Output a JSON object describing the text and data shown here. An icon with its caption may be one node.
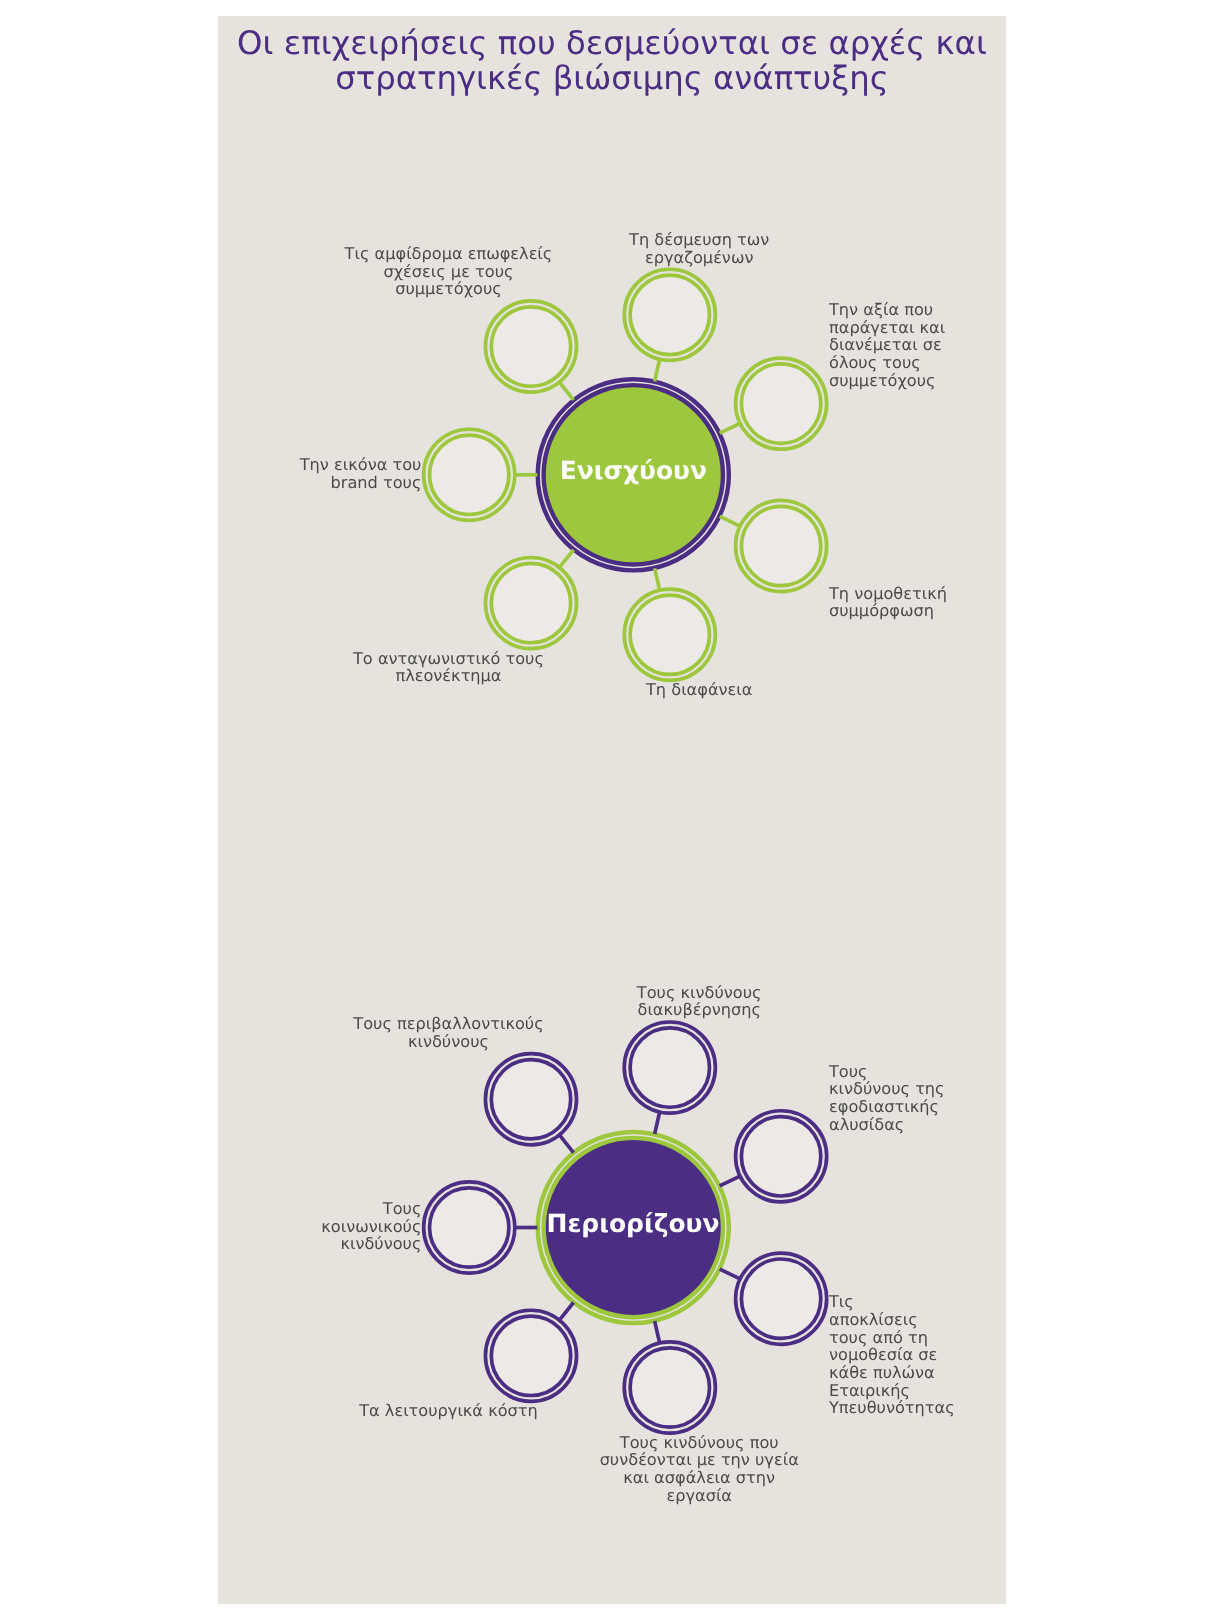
{
  "diagram": {
    "title": "Οι επιχειρήσεις που δεσμεύονται σε αρχές και στρατηγικές βιώσιμης ανάπτυξης",
    "nodes": [
      {
        "text": [
          "Ενισχύουν"
        ]
      },
      {
        "text": [],
        "shape": "circle",
        "beside": [
          "Τη δέσμευση των εργαζομένων"
        ]
      },
      {
        "text": [],
        "shape": "circle",
        "beside": [
          "Την αξία που παράγεται και διανέμεται σε όλους τους συμμετόχους"
        ]
      },
      {
        "text": [],
        "shape": "circle",
        "beside": [
          "Τη νομοθετική συμμόρφωση"
        ]
      },
      {
        "text": [],
        "shape": "circle",
        "beside": [
          "Τη διαφάνεια"
        ]
      },
      {
        "text": [],
        "shape": "circle",
        "beside": [
          "Το ανταγωνιστικό τους πλεονέκτημα"
        ]
      },
      {
        "text": [],
        "shape": "circle",
        "beside": [
          "Την εικόνα του brand τους"
        ]
      },
      {
        "text": [],
        "shape": "circle",
        "beside": [
          "Τις αμφίδρομα επωφελείς σχέσεις με τους συμμετόχους"
        ]
      },
      {
        "text": [
          "Περιορίζουν"
        ]
      },
      {
        "text": [],
        "shape": "circle",
        "beside": [
          "Τους κινδύνους διακυβέρνησης"
        ]
      },
      {
        "text": [],
        "shape": "circle",
        "beside": [
          "Τους κινδύνους της εφοδιαστικής αλυσίδας"
        ]
      },
      {
        "text": [],
        "shape": "circle",
        "beside": [
          "Τις αποκλίσεις τους από τη νομοθεσία σε κάθε πυλώνα Εταιρικής Υπευθυνότητας"
        ]
      },
      {
        "text": [],
        "shape": "circle",
        "beside": [
          "Τους κινδύνους που συνδέονται με την υγεία και ασφάλεια στην εργασία"
        ]
      },
      {
        "text": [],
        "shape": "circle",
        "beside": [
          "Τα λειτουργικά κόστη"
        ]
      },
      {
        "text": [],
        "shape": "circle",
        "beside": [
          "Τους κοινωνικούς κινδύνους"
        ]
      },
      {
        "text": [],
        "shape": "circle",
        "beside": [
          "Τους περιβαλλοντικούς κινδύνους"
        ]
      }
    ],
    "edges": [
      {
        "from": 0,
        "to": 1,
        "arrow": "none",
        "color": "#9dc83d"
      },
      {
        "from": 0,
        "to": 2,
        "arrow": "none",
        "color": "#9dc83d"
      },
      {
        "from": 0,
        "to": 3,
        "arrow": "none",
        "color": "#9dc83d"
      },
      {
        "from": 0,
        "to": 4,
        "arrow": "none",
        "color": "#9dc83d"
      },
      {
        "from": 0,
        "to": 5,
        "arrow": "none",
        "color": "#9dc83d"
      },
      {
        "from": 0,
        "to": 6,
        "arrow": "none",
        "color": "#9dc83d"
      },
      {
        "from": 0,
        "to": 7,
        "arrow": "none",
        "color": "#9dc83d"
      },
      {
        "from": 8,
        "to": 9,
        "arrow": "none",
        "color": "#4b2d83"
      },
      {
        "from": 8,
        "to": 10,
        "arrow": "none",
        "color": "#4b2d83"
      },
      {
        "from": 8,
        "to": 11,
        "arrow": "none",
        "color": "#4b2d83"
      },
      {
        "from": 8,
        "to": 12,
        "arrow": "none",
        "color": "#4b2d83"
      },
      {
        "from": 8,
        "to": 13,
        "arrow": "none",
        "color": "#4b2d83"
      },
      {
        "from": 8,
        "to": 14,
        "arrow": "none",
        "color": "#4b2d83"
      },
      {
        "from": 8,
        "to": 15,
        "arrow": "none",
        "color": "#4b2d83"
      }
    ]
  }
}
